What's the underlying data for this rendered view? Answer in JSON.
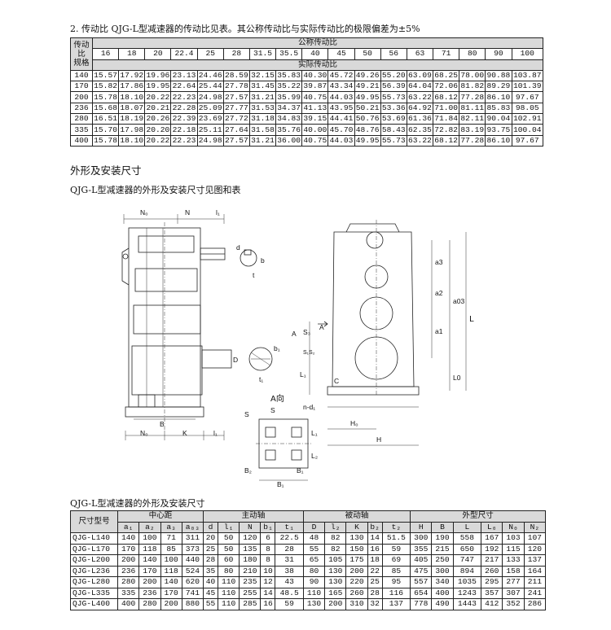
{
  "intro": {
    "text": "2. 传动比 QJG-L型减速器的传动比见表。其公称传动比与实际传动比的极限偏差为±5%"
  },
  "ratio_table": {
    "corner_label": [
      "传动",
      "比",
      "规格"
    ],
    "nominal_label": "公称传动比",
    "actual_label": "实际传动比",
    "nominal": [
      "16",
      "18",
      "20",
      "22.4",
      "25",
      "28",
      "31.5",
      "35.5",
      "40",
      "45",
      "50",
      "56",
      "63",
      "71",
      "80",
      "90",
      "100"
    ],
    "rows": [
      {
        "spec": "140",
        "values": [
          "15.57",
          "17.92",
          "19.96",
          "23.13",
          "24.46",
          "28.59",
          "32.15",
          "35.83",
          "40.30",
          "45.72",
          "49.26",
          "55.20",
          "63.09",
          "68.25",
          "78.00",
          "90.88",
          "103.87"
        ]
      },
      {
        "spec": "170",
        "values": [
          "15.82",
          "17.86",
          "19.95",
          "22.64",
          "25.44",
          "27.78",
          "31.45",
          "35.22",
          "39.87",
          "43.34",
          "49.21",
          "56.39",
          "64.04",
          "72.06",
          "81.82",
          "89.29",
          "101.39"
        ]
      },
      {
        "spec": "200",
        "values": [
          "15.78",
          "18.10",
          "20.22",
          "22.23",
          "24.98",
          "27.57",
          "31.21",
          "35.99",
          "40.75",
          "44.03",
          "49.95",
          "55.73",
          "63.22",
          "68.12",
          "77.28",
          "86.10",
          "97.67"
        ]
      },
      {
        "spec": "236",
        "values": [
          "15.68",
          "18.07",
          "20.21",
          "22.28",
          "25.09",
          "27.77",
          "31.53",
          "34.37",
          "41.13",
          "43.95",
          "50.21",
          "53.36",
          "64.92",
          "71.00",
          "81.11",
          "85.83",
          "98.05"
        ]
      },
      {
        "spec": "280",
        "values": [
          "16.51",
          "18.19",
          "20.26",
          "22.39",
          "23.69",
          "27.72",
          "31.18",
          "34.83",
          "39.15",
          "44.41",
          "50.76",
          "53.69",
          "61.36",
          "71.84",
          "82.11",
          "90.04",
          "102.91"
        ]
      },
      {
        "spec": "335",
        "values": [
          "15.70",
          "17.98",
          "20.20",
          "22.18",
          "25.11",
          "27.64",
          "31.58",
          "35.76",
          "40.00",
          "45.70",
          "48.76",
          "58.43",
          "62.35",
          "72.82",
          "83.19",
          "93.75",
          "100.04"
        ]
      },
      {
        "spec": "400",
        "values": [
          "15.78",
          "18.10",
          "20.22",
          "22.23",
          "24.98",
          "27.57",
          "31.21",
          "36.00",
          "40.75",
          "44.03",
          "49.95",
          "55.73",
          "63.22",
          "68.12",
          "77.28",
          "86.10",
          "97.67"
        ]
      }
    ]
  },
  "section_heading": "外形及安装尺寸",
  "sub_heading": "QJG-L型减速器的外形及安装尺寸见图和表",
  "drawing": {
    "left_labels": {
      "N0": "N₀",
      "N": "N",
      "l1": "l₁",
      "d": "d",
      "b": "b",
      "t": "t",
      "D": "D",
      "b1": "b₁",
      "t1": "t₁",
      "B": "B",
      "N0_bottom": "N₀",
      "K": "K",
      "l1_bottom": "l₁"
    },
    "center_labels": {
      "view": "A向",
      "S_left": "S",
      "S_top": "S",
      "nd1": "n-d₁",
      "L1": "L₁",
      "L2": "L₂",
      "B2": "B₂",
      "B1": "B₁",
      "B_bottom": "B₁"
    },
    "right_labels": {
      "a3": "a3",
      "a2": "a2",
      "a03": "a03",
      "a1": "a1",
      "L": "L",
      "L0": "L0",
      "A": "A",
      "S3": "S₃",
      "S1S2": "S₁S₂",
      "L1": "L₁",
      "C": "C",
      "H0": "H₀",
      "H": "H",
      "arrow_A": "A"
    }
  },
  "dim_caption": "QJG-L型减速器的外形及安装尺寸",
  "dim_table": {
    "model_header": "尺寸型号",
    "groups": [
      {
        "label": "中心距",
        "span": 4
      },
      {
        "label": "主动轴",
        "span": 5
      },
      {
        "label": "被动轴",
        "span": 5
      },
      {
        "label": "外型尺寸",
        "span": 6
      }
    ],
    "columns": [
      "a₁",
      "a₂",
      "a₃",
      "a₀₃",
      "d",
      "l₁",
      "N",
      "b₁",
      "t₁",
      "D",
      "l₂",
      "K",
      "b₂",
      "t₂",
      "H",
      "B",
      "L",
      "L₀",
      "N₀",
      "N₂"
    ],
    "rows": [
      {
        "model": "QJG-L140",
        "values": [
          "140",
          "100",
          "71",
          "311",
          "20",
          "50",
          "120",
          "6",
          "22.5",
          "48",
          "82",
          "130",
          "14",
          "51.5",
          "300",
          "190",
          "558",
          "167",
          "103",
          "107"
        ]
      },
      {
        "model": "QJG-L170",
        "values": [
          "170",
          "118",
          "85",
          "373",
          "25",
          "50",
          "135",
          "8",
          "28",
          "55",
          "82",
          "150",
          "16",
          "59",
          "355",
          "215",
          "650",
          "192",
          "115",
          "120"
        ]
      },
      {
        "model": "QJG-L200",
        "values": [
          "200",
          "140",
          "100",
          "440",
          "28",
          "60",
          "180",
          "8",
          "31",
          "65",
          "105",
          "175",
          "18",
          "69",
          "405",
          "250",
          "747",
          "217",
          "133",
          "137"
        ]
      },
      {
        "model": "QJG-L236",
        "values": [
          "236",
          "170",
          "118",
          "524",
          "35",
          "80",
          "210",
          "10",
          "38",
          "80",
          "130",
          "200",
          "22",
          "85",
          "475",
          "300",
          "894",
          "260",
          "158",
          "164"
        ]
      },
      {
        "model": "QJG-L280",
        "values": [
          "280",
          "200",
          "140",
          "620",
          "40",
          "110",
          "235",
          "12",
          "43",
          "90",
          "130",
          "220",
          "25",
          "95",
          "557",
          "340",
          "1035",
          "295",
          "277",
          "211"
        ]
      },
      {
        "model": "QJG-L335",
        "values": [
          "335",
          "236",
          "170",
          "741",
          "45",
          "110",
          "255",
          "14",
          "48.5",
          "110",
          "165",
          "260",
          "28",
          "116",
          "654",
          "400",
          "1243",
          "357",
          "307",
          "241"
        ]
      },
      {
        "model": "QJG-L400",
        "values": [
          "400",
          "280",
          "200",
          "880",
          "55",
          "110",
          "285",
          "16",
          "59",
          "130",
          "200",
          "310",
          "32",
          "137",
          "778",
          "490",
          "1443",
          "412",
          "352",
          "286"
        ]
      }
    ]
  }
}
